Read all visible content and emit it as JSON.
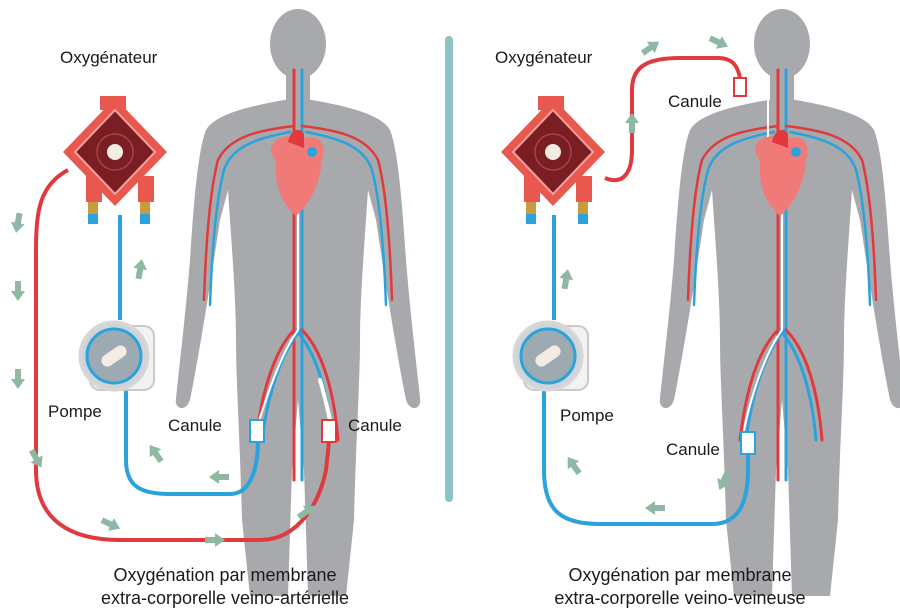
{
  "colors": {
    "oxygenated": "#e03a3e",
    "deoxygenated": "#2aa3dc",
    "body": "#a7a9ac",
    "arrow": "#8fb8a3",
    "divider": "#8ec3c3",
    "oxygenator_frame": "#e8584f",
    "oxygenator_core": "#7a1e24"
  },
  "left_panel": {
    "oxygenator_label": "Oxygénateur",
    "pump_label": "Pompe",
    "cannula_venous_label": "Canule",
    "cannula_arterial_label": "Canule",
    "caption_line1": "Oxygénation par membrane",
    "caption_line2": "extra-corporelle veino-artérielle"
  },
  "right_panel": {
    "oxygenator_label": "Oxygénateur",
    "pump_label": "Pompe",
    "cannula_return_label": "Canule",
    "cannula_drain_label": "Canule",
    "caption_line1": "Oxygénation par membrane",
    "caption_line2": "extra-corporelle veino-veineuse"
  },
  "icons": [
    "oxygenator-icon",
    "pump-icon",
    "heart-icon",
    "human-body-silhouette",
    "flow-arrow-icon"
  ]
}
